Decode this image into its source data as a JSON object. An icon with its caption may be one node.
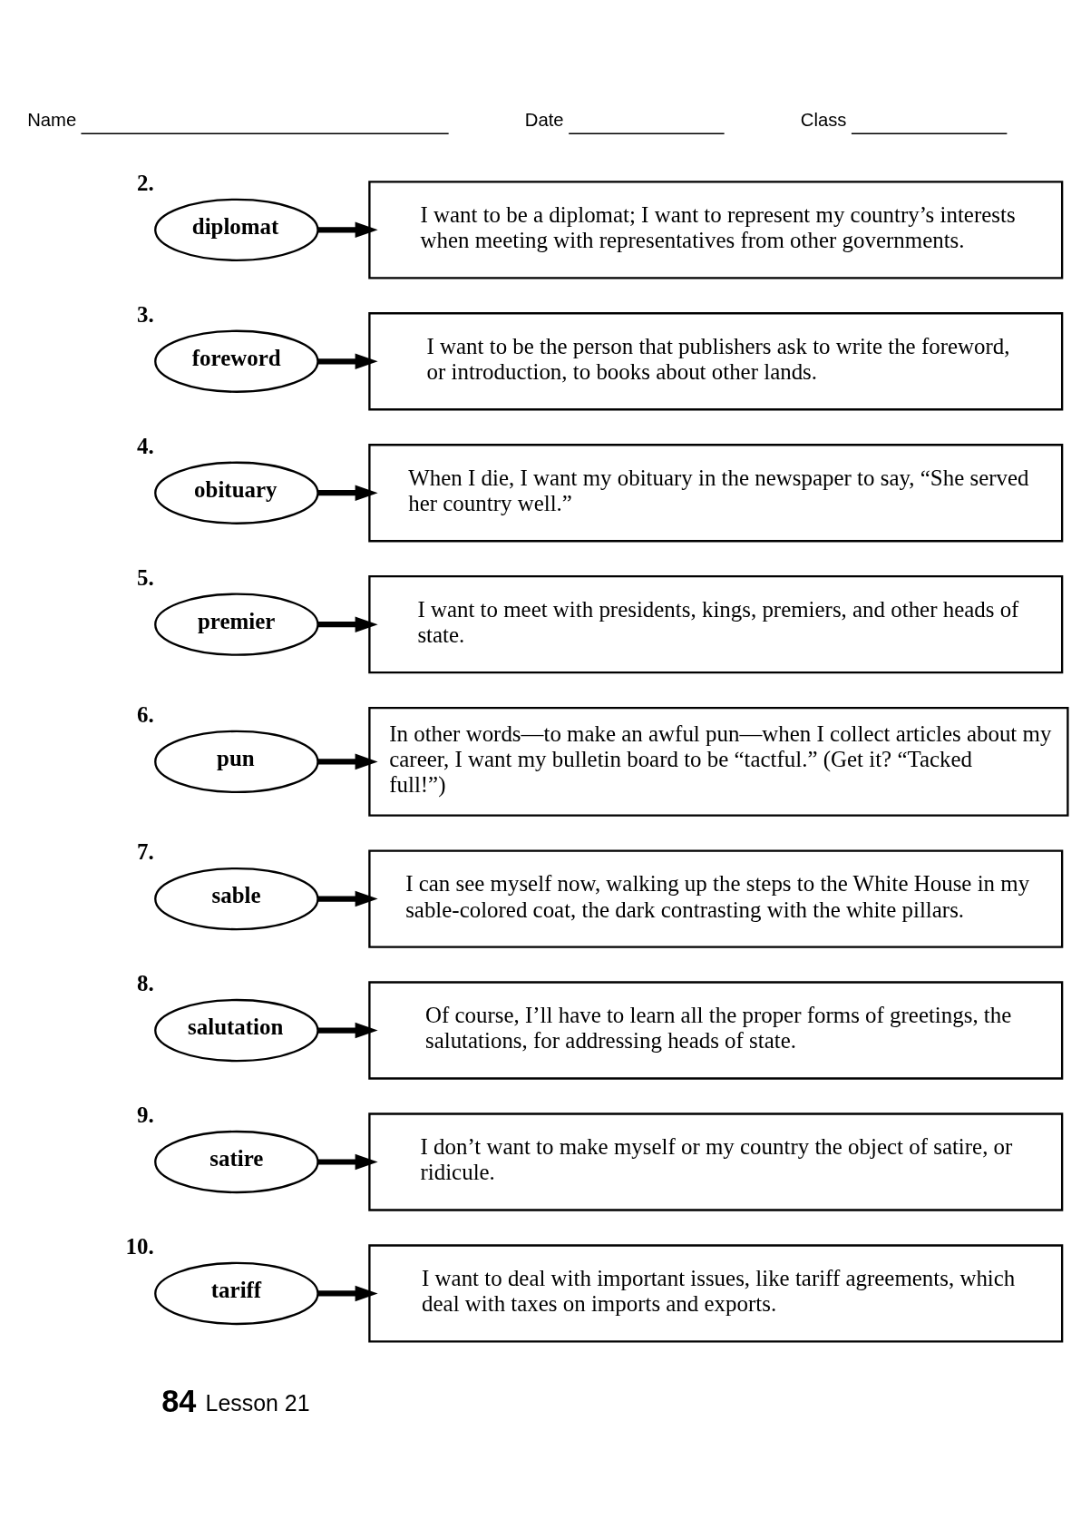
{
  "diagram": {
    "nodes": [
      {
        "text": [
          "diplomat"
        ],
        "beside": [
          "2."
        ]
      },
      {
        "text": [
          "I want to be a diplomat; I want to represent my country’s interests when meeting with representatives from other governments."
        ]
      },
      {
        "text": [
          "foreword"
        ],
        "beside": [
          "3."
        ]
      },
      {
        "text": [
          "I want to be the person that publishers ask to write the foreword, or introduction, to books about other lands."
        ]
      },
      {
        "text": [
          "obituary"
        ],
        "beside": [
          "4."
        ]
      },
      {
        "text": [
          "When I die, I want my obituary in the newspaper to say, “She served her country well.”"
        ]
      },
      {
        "text": [
          "premier"
        ],
        "beside": [
          "5."
        ]
      },
      {
        "text": [
          "I want to meet with presidents, kings, premiers, and other heads of state."
        ]
      },
      {
        "text": [
          "pun"
        ],
        "beside": [
          "6."
        ]
      },
      {
        "text": [
          "In other words—to make an awful pun—when I collect articles about my career, I want my bulletin board to be “tactful.” (Get it? “Tacked full!”)"
        ]
      },
      {
        "text": [
          "sable"
        ],
        "beside": [
          "7."
        ]
      },
      {
        "text": [
          "I can see myself now, walking up the steps to the White House in my sable-colored coat, the dark contrasting with the white pillars."
        ]
      },
      {
        "text": [
          "salutation"
        ],
        "beside": [
          "8."
        ]
      },
      {
        "text": [
          "Of course, I’ll have to learn all the proper forms of greetings, the salutations, for addressing heads of state."
        ]
      },
      {
        "text": [
          "satire"
        ],
        "beside": [
          "9."
        ]
      },
      {
        "text": [
          "I don’t want to make myself or my country the object of satire, or ridicule."
        ]
      },
      {
        "text": [
          "tariff"
        ],
        "beside": [
          "10."
        ]
      },
      {
        "text": [
          "I want to deal with important issues, like tariff agreements, which deal with taxes on imports and exports."
        ]
      }
    ],
    "edges": [
      {
        "from": 0,
        "to": 1,
        "arrow": "to"
      },
      {
        "from": 2,
        "to": 3,
        "arrow": "to"
      },
      {
        "from": 4,
        "to": 5,
        "arrow": "to"
      },
      {
        "from": 6,
        "to": 7,
        "arrow": "to"
      },
      {
        "from": 8,
        "to": 9,
        "arrow": "to"
      },
      {
        "from": 10,
        "to": 11,
        "arrow": "to"
      },
      {
        "from": 12,
        "to": 13,
        "arrow": "to"
      },
      {
        "from": 14,
        "to": 15,
        "arrow": "to"
      },
      {
        "from": 16,
        "to": 17,
        "arrow": "to"
      }
    ],
    "labels": [
      "Name",
      "Date",
      "Class",
      "84",
      "Lesson 21"
    ]
  }
}
